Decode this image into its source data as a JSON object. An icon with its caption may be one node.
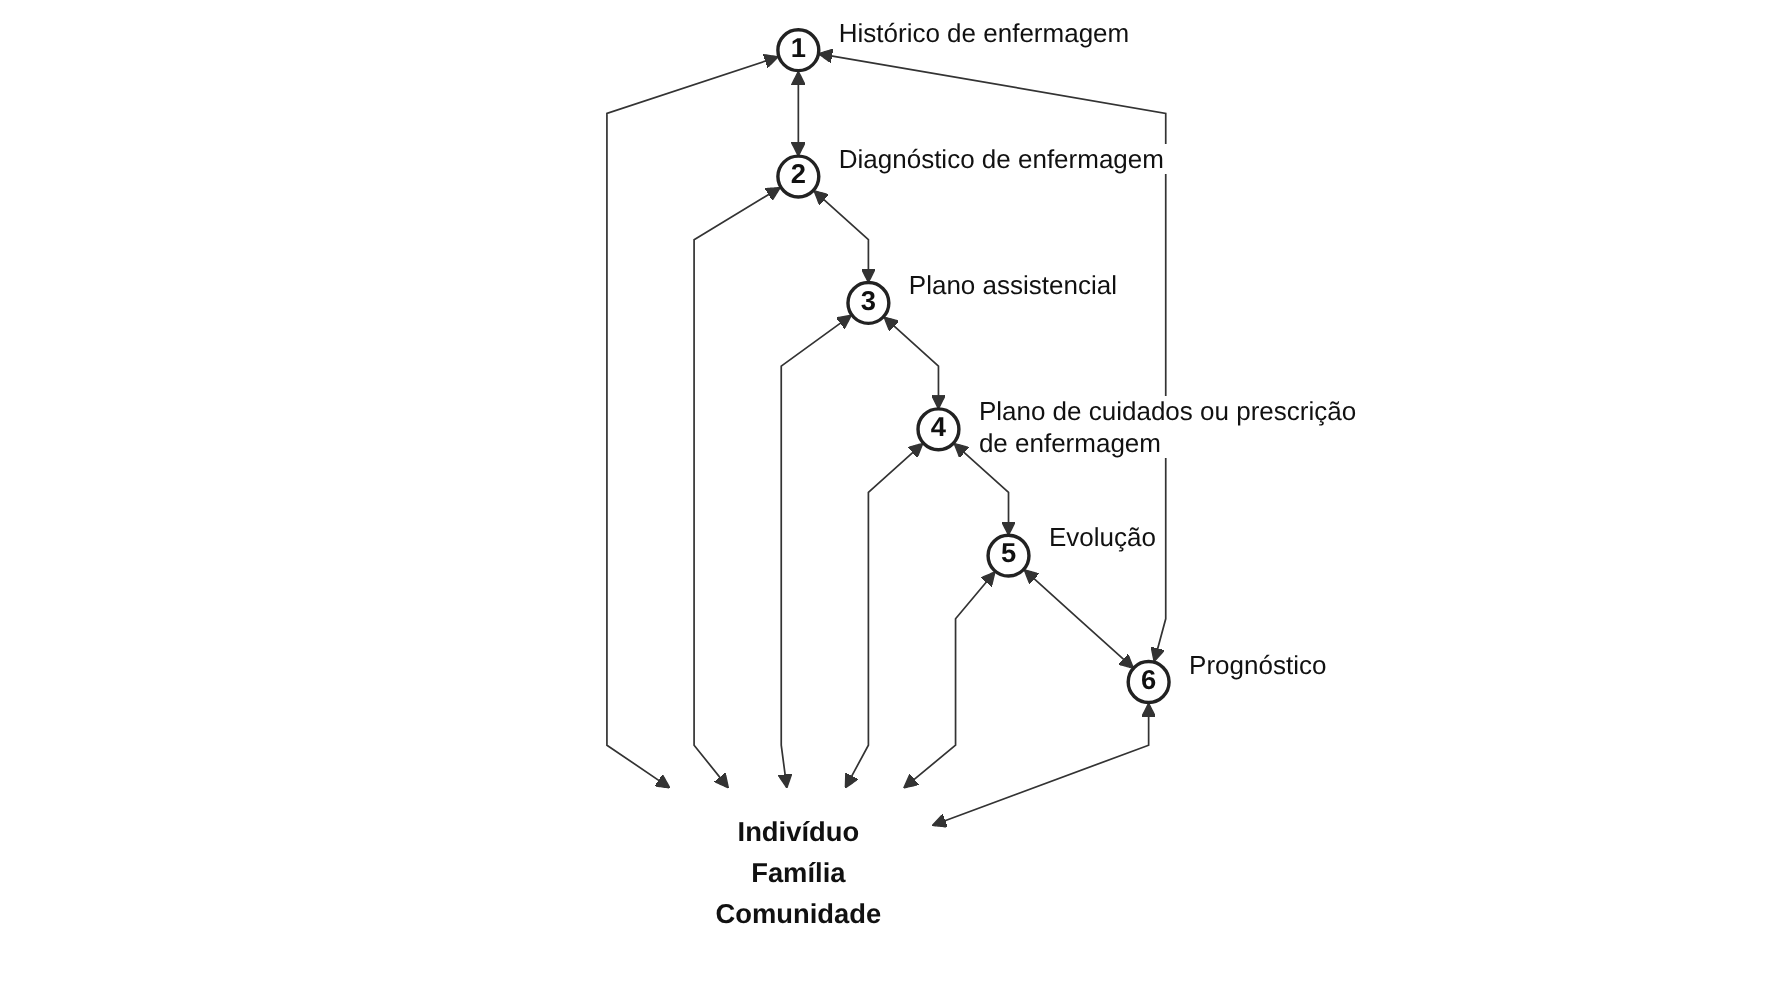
{
  "diagram": {
    "nodes": [
      {
        "text": [
          "1"
        ],
        "beside": [
          "Histórico de enfermagem"
        ]
      },
      {
        "text": [
          "2"
        ],
        "beside": [
          "Diagnóstico de enfermagem"
        ]
      },
      {
        "text": [
          "3"
        ],
        "beside": [
          "Plano assistencial"
        ]
      },
      {
        "text": [
          "4"
        ],
        "beside": [
          "Plano de cuidados ou prescrição de enfermagem"
        ]
      },
      {
        "text": [
          "5"
        ],
        "beside": [
          "Evolução"
        ]
      },
      {
        "text": [
          "6"
        ],
        "beside": [
          "Prognóstico"
        ]
      },
      {
        "text": [
          "Indivíduo",
          "Família",
          "Comunidade"
        ]
      }
    ],
    "edges": [
      {
        "from": 0,
        "to": 1,
        "arrow": "both"
      },
      {
        "from": 1,
        "to": 2,
        "arrow": "both"
      },
      {
        "from": 2,
        "to": 3,
        "arrow": "both"
      },
      {
        "from": 3,
        "to": 4,
        "arrow": "both"
      },
      {
        "from": 4,
        "to": 5,
        "arrow": "both"
      },
      {
        "from": 5,
        "to": 0,
        "arrow": "both"
      },
      {
        "from": 0,
        "to": 6,
        "arrow": "both"
      },
      {
        "from": 1,
        "to": 6,
        "arrow": "both"
      },
      {
        "from": 2,
        "to": 6,
        "arrow": "both"
      },
      {
        "from": 3,
        "to": 6,
        "arrow": "both"
      },
      {
        "from": 4,
        "to": 6,
        "arrow": "both"
      },
      {
        "from": 5,
        "to": 6,
        "arrow": "both"
      }
    ]
  }
}
